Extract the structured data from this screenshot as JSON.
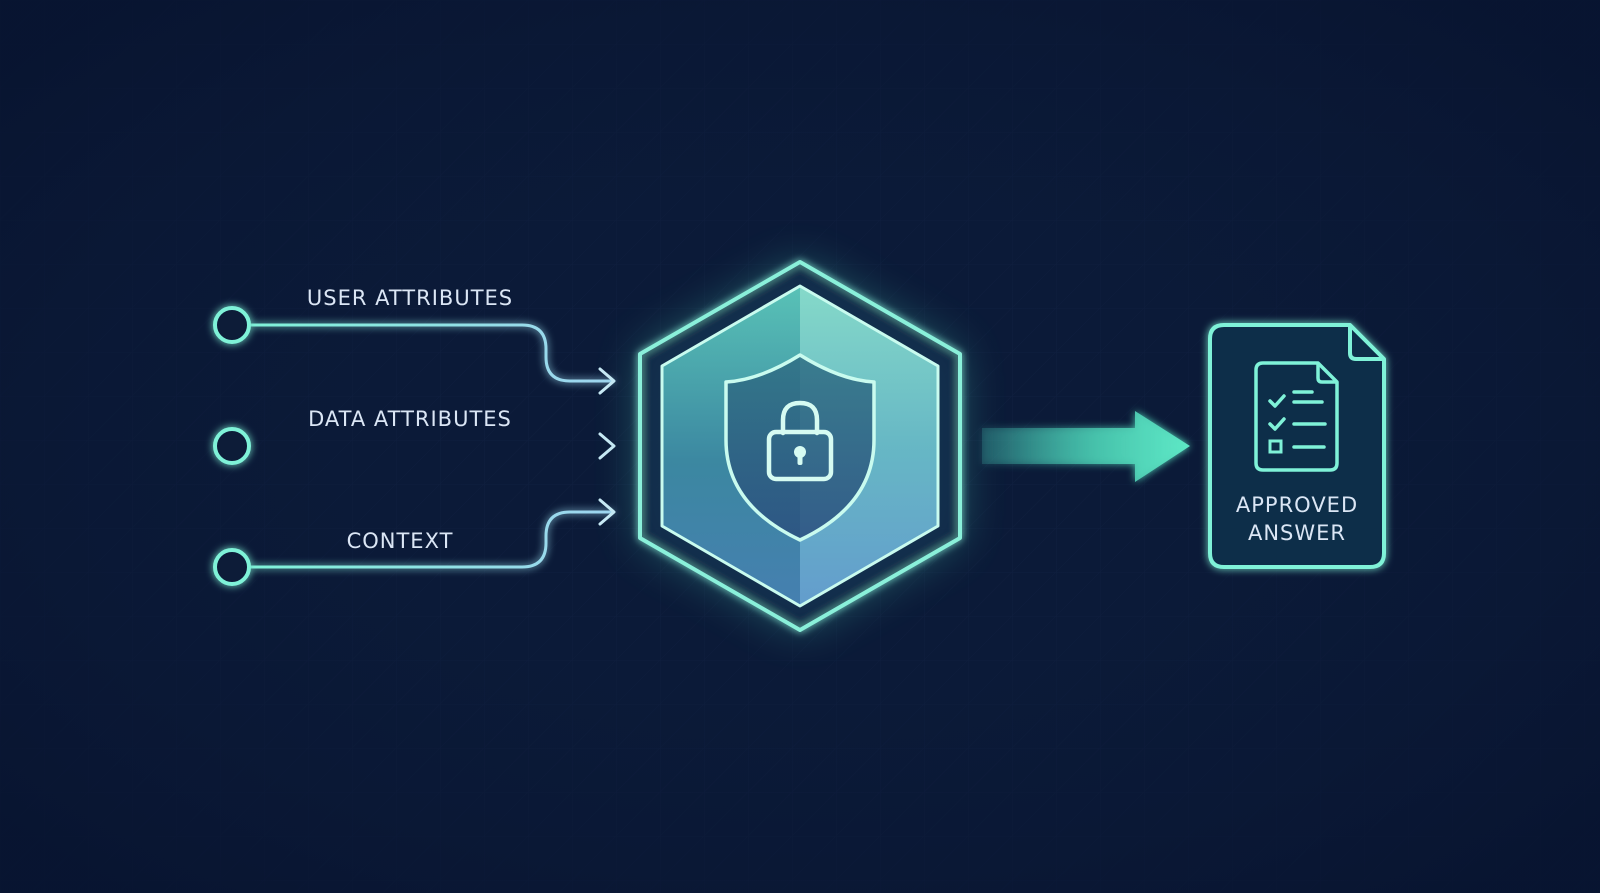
{
  "inputs": [
    {
      "label": "USER ATTRIBUTES"
    },
    {
      "label": "DATA ATTRIBUTES"
    },
    {
      "label": "CONTEXT"
    }
  ],
  "output": {
    "line1": "APPROVED",
    "line2": "ANSWER"
  },
  "icons": {
    "engine": "shield-lock-icon",
    "document": "checklist-document-icon"
  },
  "colors": {
    "background": "#0b1a37",
    "accent": "#7ff2d8",
    "accent_bright": "#5ee8c6",
    "text": "#dbe6f5"
  }
}
